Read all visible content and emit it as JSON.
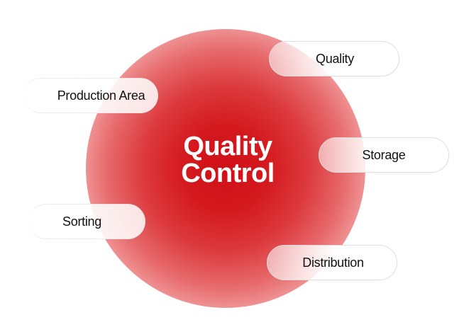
{
  "center": {
    "line1": "Quality",
    "line2": "Control"
  },
  "nodes": {
    "quality": "Quality",
    "production_area": "Production Area",
    "storage": "Storage",
    "sorting": "Sorting",
    "distribution": "Distribution"
  },
  "colors": {
    "accent": "#d01016",
    "center_text": "#ffffff",
    "pill_text": "#111111",
    "pill_border": "#dedede"
  }
}
